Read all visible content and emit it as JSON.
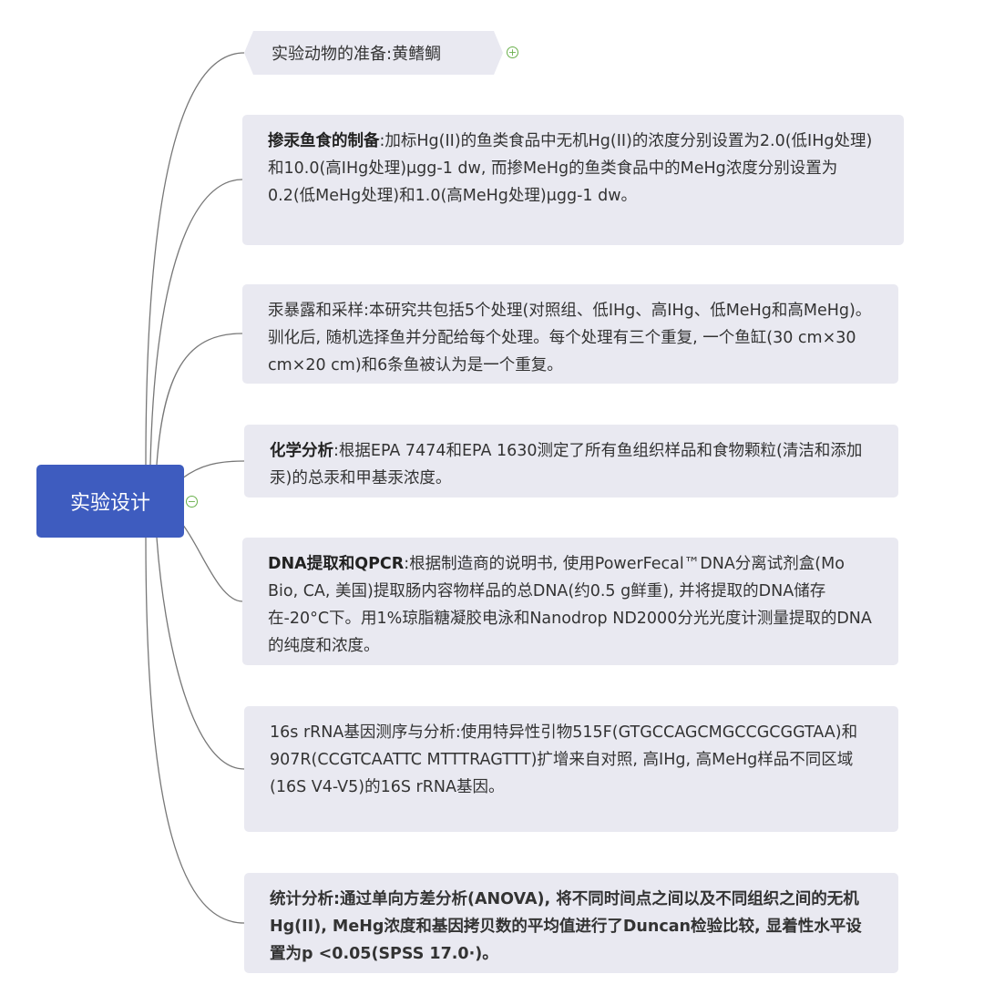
{
  "central": {
    "label": "实验设计"
  },
  "nodes": [
    {
      "label": "实验动物的准备:黄鳍鲷"
    },
    {
      "title": "掺汞鱼食的制备",
      "text": ":加标Hg(II)的鱼类食品中无机Hg(II)的浓度分别设置为2.0(低IHg处理)和10.0(高IHg处理)μgg-1 dw, 而掺MeHg的鱼类食品中的MeHg浓度分别设置为0.2(低MeHg处理)和1.0(高MeHg处理)μgg-1 dw。"
    },
    {
      "title": "汞暴露和采样",
      "text": ":本研究共包括5个处理(对照组、低IHg、高IHg、低MeHg和高MeHg)。驯化后, 随机选择鱼并分配给每个处理。每个处理有三个重复, 一个鱼缸(30 cm×30 cm×20 cm)和6条鱼被认为是一个重复。"
    },
    {
      "title": "化学分析",
      "text": ":根据EPA 7474和EPA 1630测定了所有鱼组织样品和食物颗粒(清洁和添加汞)的总汞和甲基汞浓度。"
    },
    {
      "title": "DNA提取和QPCR",
      "text": ":根据制造商的说明书, 使用PowerFecal™DNA分离试剂盒(Mo Bio, CA, 美国)提取肠内容物样品的总DNA(约0.5 g鲜重), 并将提取的DNA储存在-20°C下。用1%琼脂糖凝胶电泳和Nanodrop ND2000分光光度计测量提取的DNA的纯度和浓度。"
    },
    {
      "title": "16s rRNA基因测序与分析",
      "text": ":使用特异性引物515F(GTGCCAGCMGCCGCGGTAA)和907R(CCGTCAATTC MTTTRAGTTT)扩增来自对照, 高IHg, 高MeHg样品不同区域(16S V4-V5)的16S rRNA基因。"
    },
    {
      "title": "统计分析",
      "text": ":通过单向方差分析(ANOVA), 将不同时间点之间以及不同组织之间的无机Hg(II), MeHg浓度和基因拷贝数的平均值进行了Duncan检验比较, 显着性水平设置为p <0.05(SPSS 17.0·)。"
    }
  ],
  "icons": {
    "expand": "+",
    "collapse": "−"
  }
}
